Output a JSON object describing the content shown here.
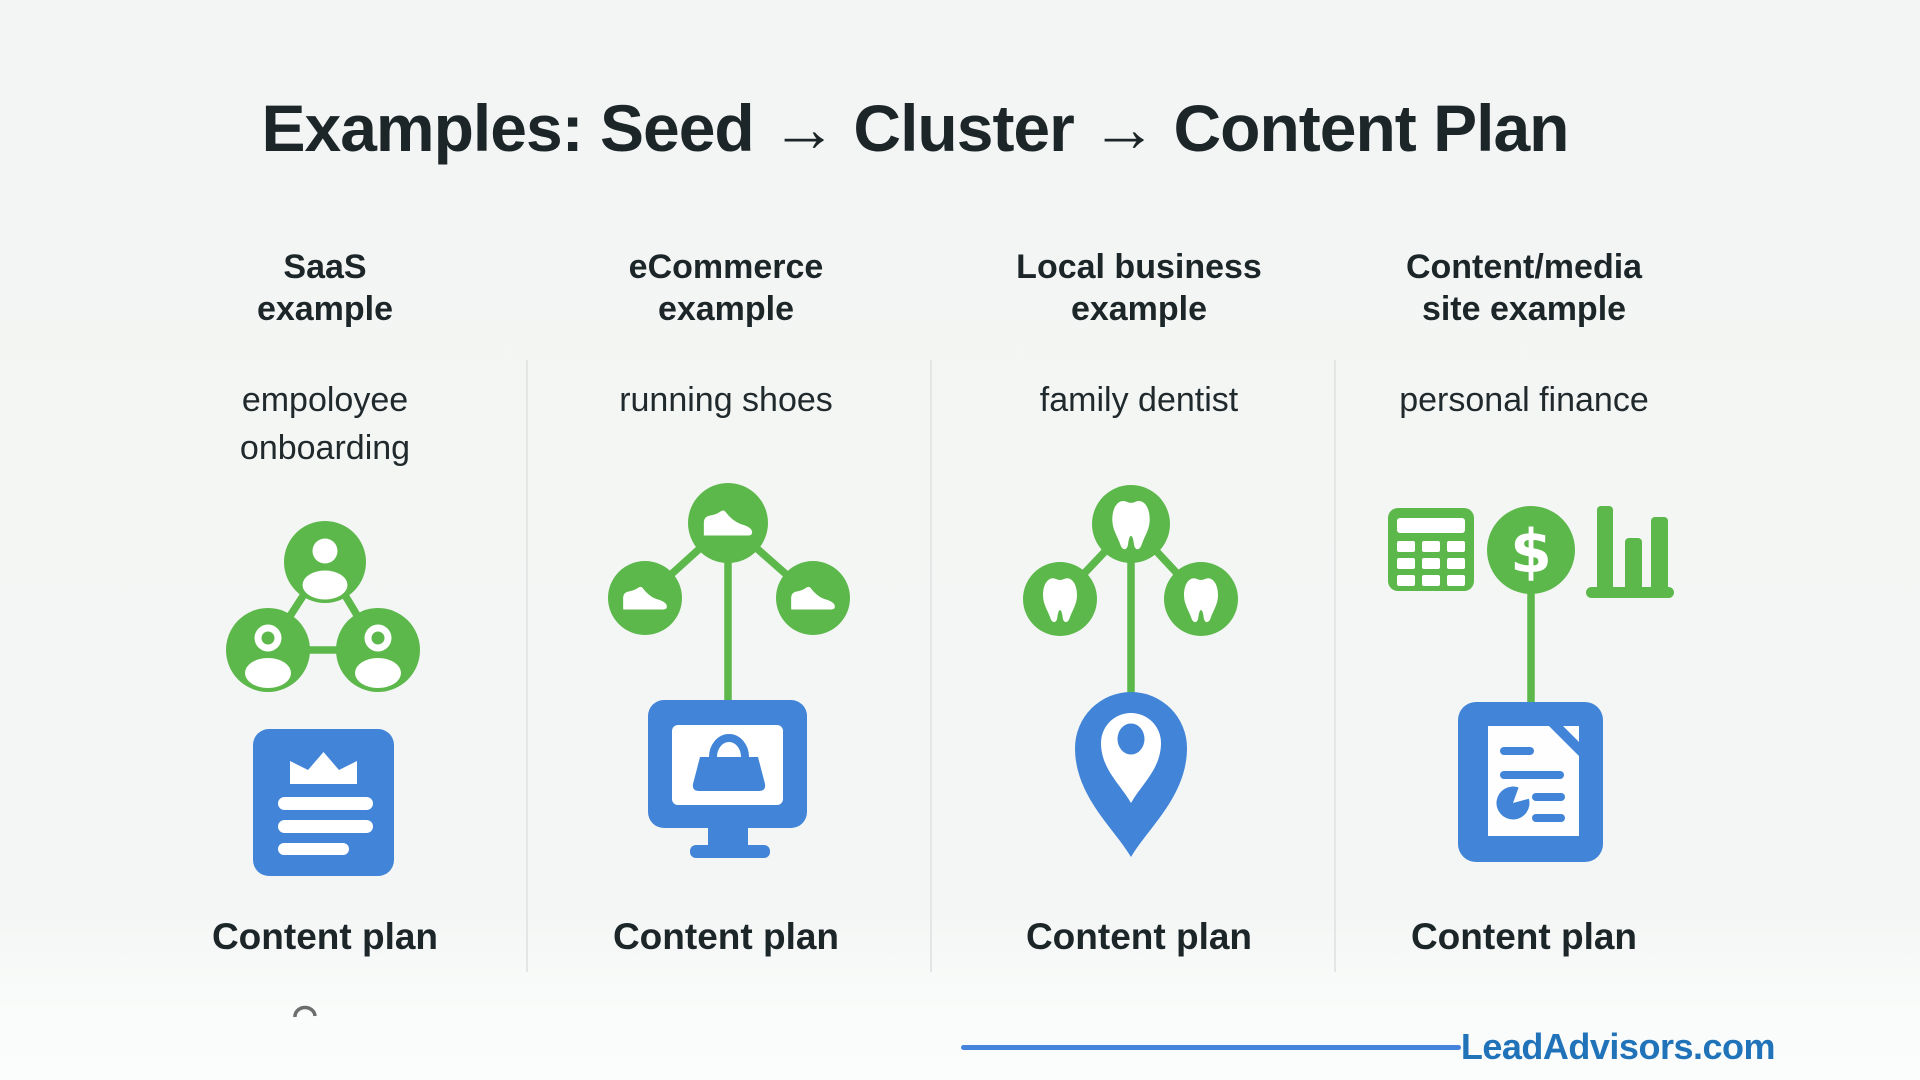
{
  "title": "Examples: Seed → Cluster → Content Plan",
  "columns": [
    {
      "header_line1": "SaaS",
      "header_line2": "example",
      "seed_line1": "empoloyee",
      "seed_line2": "onboarding",
      "plan_label": "Content plan",
      "cluster_icon": "people-network-icon",
      "plan_icon": "crown-document-icon"
    },
    {
      "header_line1": "eCommerce",
      "header_line2": "example",
      "seed_line1": "running shoes",
      "seed_line2": "",
      "plan_label": "Content plan",
      "cluster_icon": "running-shoes-cluster-icon",
      "plan_icon": "shopping-monitor-icon"
    },
    {
      "header_line1": "Local business",
      "header_line2": "example",
      "seed_line1": "family dentist",
      "seed_line2": "",
      "plan_label": "Content plan",
      "cluster_icon": "teeth-cluster-icon",
      "plan_icon": "location-pin-icon"
    },
    {
      "header_line1": "Content/media",
      "header_line2": "site example",
      "seed_line1": "personal finance",
      "seed_line2": "",
      "plan_label": "Content plan",
      "cluster_icon": "finance-icons-row",
      "plan_icon": "report-document-icon"
    }
  ],
  "icons": {
    "dollar_glyph": "$"
  },
  "footer": {
    "brand": "LeadAdvisors.com"
  },
  "colors": {
    "green": "#5cb84a",
    "blue": "#4285d8",
    "brand_blue": "#2173b9",
    "rule_blue": "#4583dd",
    "background": "#f4f6f5",
    "text_dark": "#1c2528",
    "divider": "#e3e6e4"
  }
}
